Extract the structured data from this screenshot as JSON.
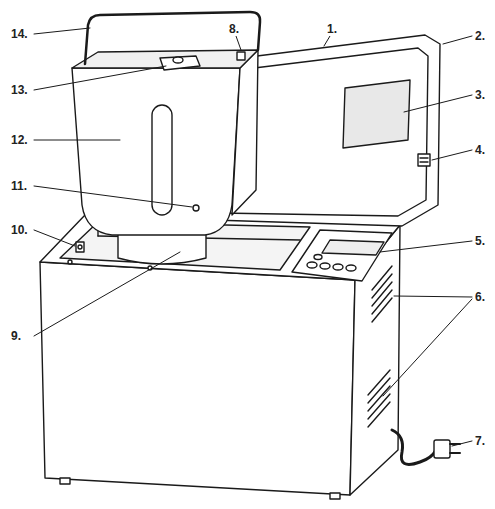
{
  "diagram": {
    "labels": [
      "14.",
      "8.",
      "1.",
      "2.",
      "13.",
      "3.",
      "12.",
      "4.",
      "11.",
      "10.",
      "5.",
      "6.",
      "9.",
      "7."
    ]
  }
}
